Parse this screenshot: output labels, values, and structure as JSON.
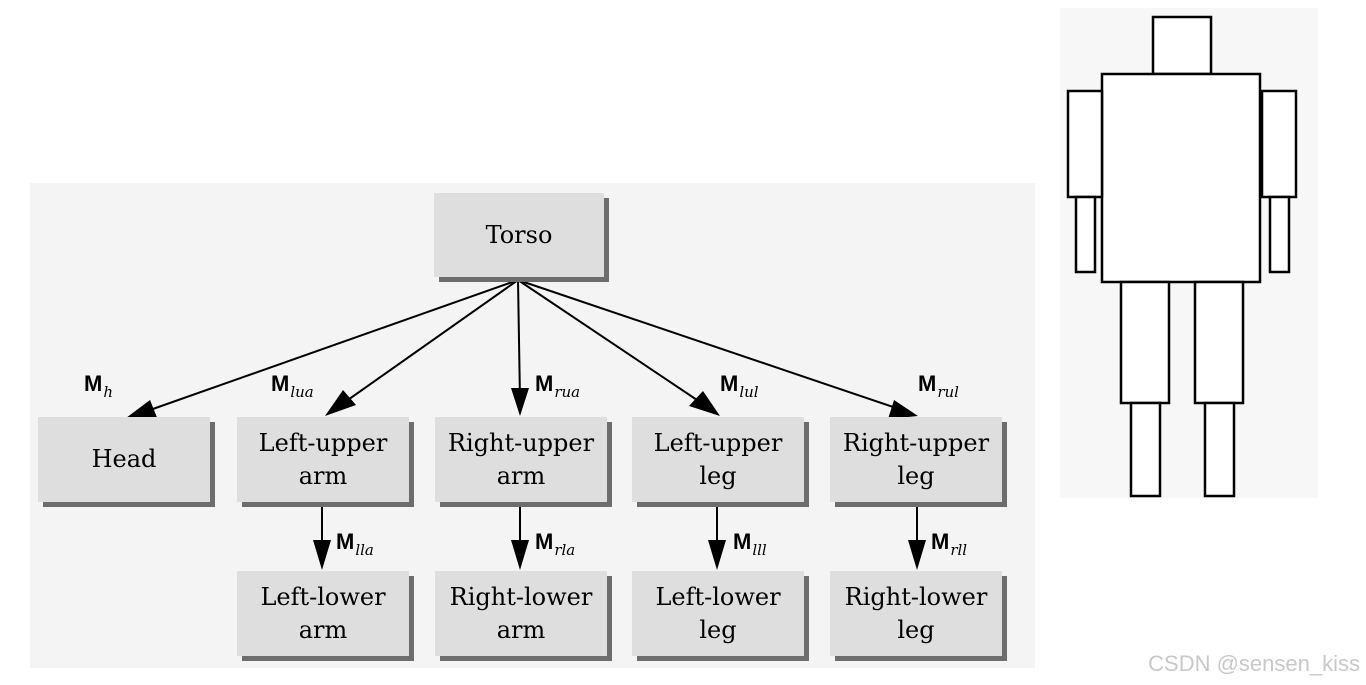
{
  "nodes": {
    "torso": "Torso",
    "head": "Head",
    "left_upper_arm": [
      "Left-upper",
      "arm"
    ],
    "right_upper_arm": [
      "Right-upper",
      "arm"
    ],
    "left_upper_leg": [
      "Left-upper",
      "leg"
    ],
    "right_upper_leg": [
      "Right-upper",
      "leg"
    ],
    "left_lower_arm": [
      "Left-lower",
      "arm"
    ],
    "right_lower_arm": [
      "Right-lower",
      "arm"
    ],
    "left_lower_leg": [
      "Left-lower",
      "leg"
    ],
    "right_lower_leg": [
      "Right-lower",
      "leg"
    ]
  },
  "edges": {
    "m_h": {
      "main": "M",
      "sub": "h"
    },
    "m_lua": {
      "main": "M",
      "sub": "lua"
    },
    "m_rua": {
      "main": "M",
      "sub": "rua"
    },
    "m_lul": {
      "main": "M",
      "sub": "lul"
    },
    "m_rul": {
      "main": "M",
      "sub": "rul"
    },
    "m_lla": {
      "main": "M",
      "sub": "lla"
    },
    "m_rla": {
      "main": "M",
      "sub": "rla"
    },
    "m_lll": {
      "main": "M",
      "sub": "lll"
    },
    "m_rll": {
      "main": "M",
      "sub": "rll"
    }
  },
  "watermark": "CSDN @sensen_kiss"
}
